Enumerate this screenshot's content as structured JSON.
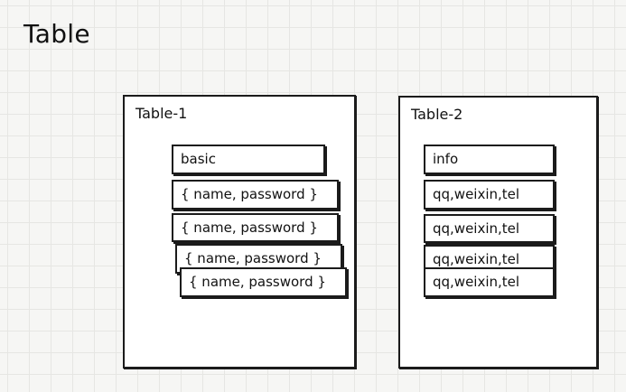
{
  "title": "Table",
  "tables": [
    {
      "label": "Table-1",
      "header": "basic",
      "rows": [
        "{ name, password }",
        "{ name, password }",
        "{ name, password }",
        "{ name, password }"
      ]
    },
    {
      "label": "Table-2",
      "header": "info",
      "rows": [
        "qq,weixin,tel",
        "qq,weixin,tel",
        "qq,weixin,tel",
        "qq,weixin,tel"
      ]
    }
  ]
}
